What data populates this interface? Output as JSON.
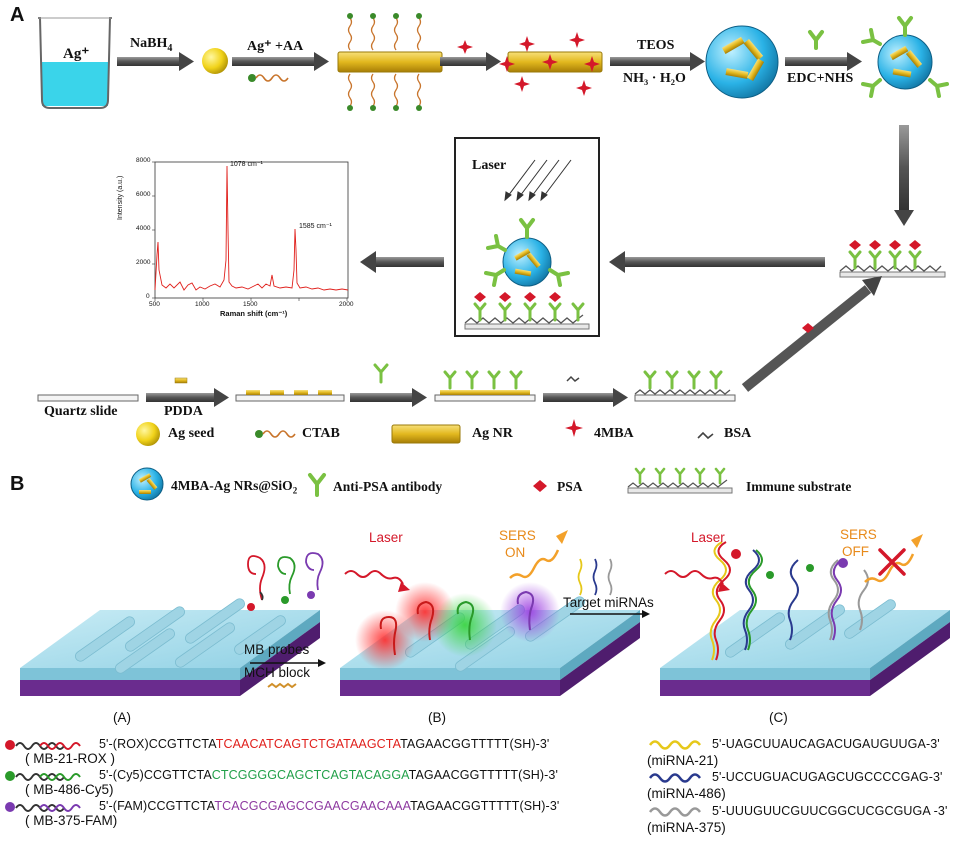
{
  "panel_a": {
    "label": "A",
    "beaker_label": "Ag⁺",
    "step1": "NaBH",
    "step1_sub": "4",
    "step2": "Ag⁺ +AA",
    "teos": "TEOS",
    "nh3": "NH₃ · H₂O",
    "edc": "EDC+NHS",
    "laser": "Laser",
    "spectrum": {
      "ylabel": "Intensity (a.u.)",
      "xlabel": "Raman shift (cm⁻¹)",
      "peak1": "1078 cm⁻¹",
      "peak2": "1585 cm⁻¹",
      "yticks": [
        "8000",
        "6000",
        "4000",
        "2000",
        "0"
      ],
      "xticks": [
        "500",
        "1000",
        "1500",
        "2000"
      ]
    },
    "quartz": "Quartz slide",
    "pdda": "PDDA",
    "legend": {
      "ag_seed": "Ag seed",
      "ctab": "CTAB",
      "ag_nr": "Ag NR",
      "mba": "4MBA",
      "bsa": "BSA",
      "mba_ag": "4MBA-Ag NRs@SiO",
      "mba_ag_sub": "2",
      "antibody": "Anti-PSA antibody",
      "psa": "PSA",
      "immune": "Immune substrate"
    }
  },
  "panel_b": {
    "label": "B",
    "laser1": "Laser",
    "sers_on_1": "SERS",
    "sers_on_2": "ON",
    "laser2": "Laser",
    "sers_off_1": "SERS",
    "sers_off_2": "OFF",
    "mb_probes": "MB probes",
    "mch_block": "MCH block",
    "target": "Target miRNAs",
    "state_a": "(A)",
    "state_b": "(B)",
    "state_c": "(C)",
    "probes": [
      {
        "name": "( MB-21-ROX )",
        "pre": "5'-(ROX)CCGTTCTA",
        "mid": "TCAACATCAGTCTGATAAGCTA",
        "post": "TAGAACGGTTTTT(SH)-3'"
      },
      {
        "name": "( MB-486-Cy5)",
        "pre": "5'-(Cy5)CCGTTCTA",
        "mid": "CTCGGGGCAGCTCAGTACAGGA",
        "post": "TAGAACGGTTTTT(SH)-3'"
      },
      {
        "name": "( MB-375-FAM)",
        "pre": "5'-(FAM)CCGTTCTA",
        "mid": "TCACGCGAGCCGAACGAACAAA",
        "post": "TAGAACGGTTTTT(SH)-3'"
      }
    ],
    "mirnas": [
      {
        "name": "(miRNA-21)",
        "seq": "5'-UAGCUUAUCAGACUGAUGUUGA-3'"
      },
      {
        "name": "(miRNA-486)",
        "seq": "5'-UCCUGUACUGAGCUGCCCCGAG-3'"
      },
      {
        "name": "(miRNA-375)",
        "seq": "5'-UUUGUUCGUUCGGCUCGCGUGA -3'"
      }
    ]
  }
}
